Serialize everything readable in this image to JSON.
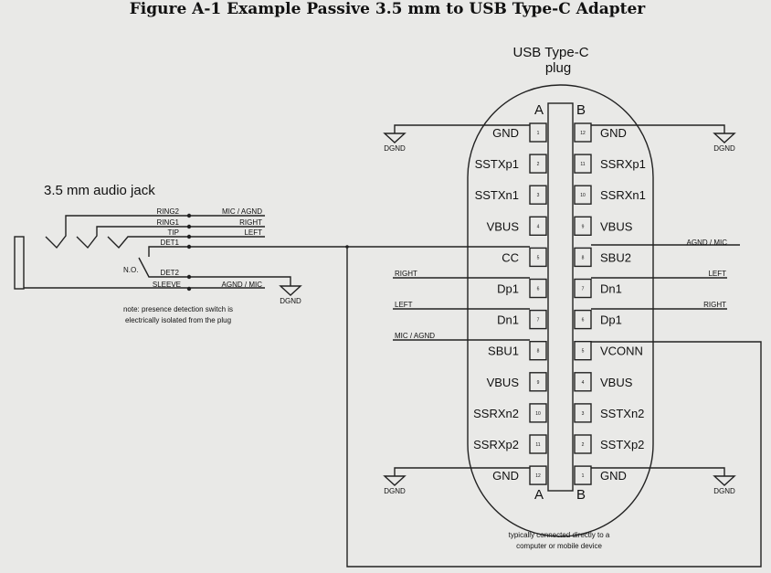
{
  "title": "Figure A-1  Example Passive 3.5 mm to USB Type-C Adapter",
  "plug": {
    "line1": "USB Type-C",
    "line2": "plug",
    "side_a": "A",
    "side_b": "B"
  },
  "jack": {
    "title": "3.5 mm audio jack",
    "pins": [
      "RING2",
      "RING1",
      "TIP",
      "DET1",
      "DET2",
      "SLEEVE"
    ],
    "signals": {
      "ring2": "MIC / AGND",
      "ring1": "RIGHT",
      "tip": "LEFT",
      "sleeve": "AGND / MIC"
    },
    "no_label": "N.O.",
    "note_line1": "note:  presence detection switch is",
    "note_line2": "electrically isolated from the plug"
  },
  "ground_label": "DGND",
  "pins_a": [
    {
      "name": "GND",
      "num": "1"
    },
    {
      "name": "SSTXp1",
      "num": "2"
    },
    {
      "name": "SSTXn1",
      "num": "3"
    },
    {
      "name": "VBUS",
      "num": "4"
    },
    {
      "name": "CC",
      "num": "5"
    },
    {
      "name": "Dp1",
      "num": "6"
    },
    {
      "name": "Dn1",
      "num": "7"
    },
    {
      "name": "SBU1",
      "num": "8"
    },
    {
      "name": "VBUS",
      "num": "9"
    },
    {
      "name": "SSRXn2",
      "num": "10"
    },
    {
      "name": "SSRXp2",
      "num": "11"
    },
    {
      "name": "GND",
      "num": "12"
    }
  ],
  "pins_b": [
    {
      "name": "GND",
      "num": "12"
    },
    {
      "name": "SSRXp1",
      "num": "11"
    },
    {
      "name": "SSRXn1",
      "num": "10"
    },
    {
      "name": "VBUS",
      "num": "9"
    },
    {
      "name": "SBU2",
      "num": "8"
    },
    {
      "name": "Dn1",
      "num": "7"
    },
    {
      "name": "Dp1",
      "num": "6"
    },
    {
      "name": "VCONN",
      "num": "5"
    },
    {
      "name": "VBUS",
      "num": "4"
    },
    {
      "name": "SSTXn2",
      "num": "3"
    },
    {
      "name": "SSTXp2",
      "num": "2"
    },
    {
      "name": "GND",
      "num": "1"
    }
  ],
  "wire_labels": {
    "right_cc": "AGND / MIC",
    "left_dp1": "RIGHT",
    "right_dn1": "LEFT",
    "left_dn1": "LEFT",
    "right_dp1": "RIGHT",
    "left_sbu1": "MIC / AGND"
  },
  "footer_line1": "typically connected directly to a",
  "footer_line2": "computer or mobile device"
}
